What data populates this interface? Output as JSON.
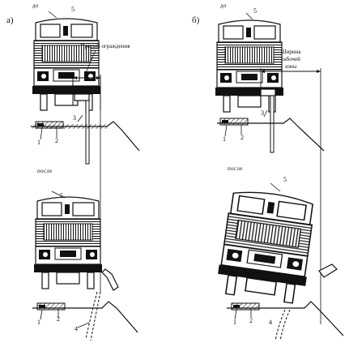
{
  "panels": [
    {
      "letter": "а)",
      "state_before": "до",
      "state_after": "после",
      "annotation": "Просвіб ограждения",
      "callouts": [
        "1",
        "2",
        "3",
        "4",
        "5"
      ]
    },
    {
      "letter": "б)",
      "state_before": "до",
      "state_after": "после",
      "annotation_line1": "Ширина",
      "annotation_line2": "рабочей",
      "annotation_line3": "зоны",
      "callouts": [
        "1",
        "2",
        "3",
        "4",
        "5"
      ]
    }
  ]
}
